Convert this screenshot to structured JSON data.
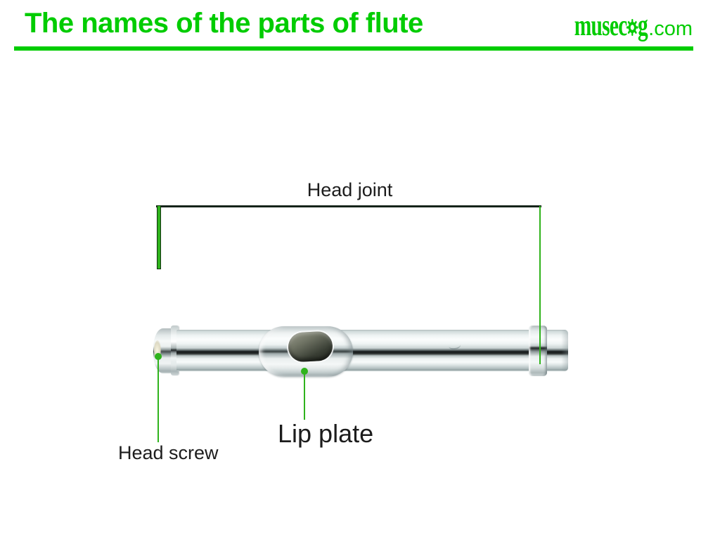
{
  "header": {
    "title": "The names of the parts of flute",
    "logo": {
      "word_start": "musec",
      "word_end": "g",
      "suffix": ".com"
    }
  },
  "diagram": {
    "labels": {
      "head_joint": "Head joint",
      "head_screw": "Head screw",
      "lip_plate": "Lip plate"
    }
  },
  "colors": {
    "title_green": "#00CC00",
    "callout_green": "#2FB31C",
    "bracket_dark": "#15241A",
    "label_black": "#1C1C1C"
  }
}
